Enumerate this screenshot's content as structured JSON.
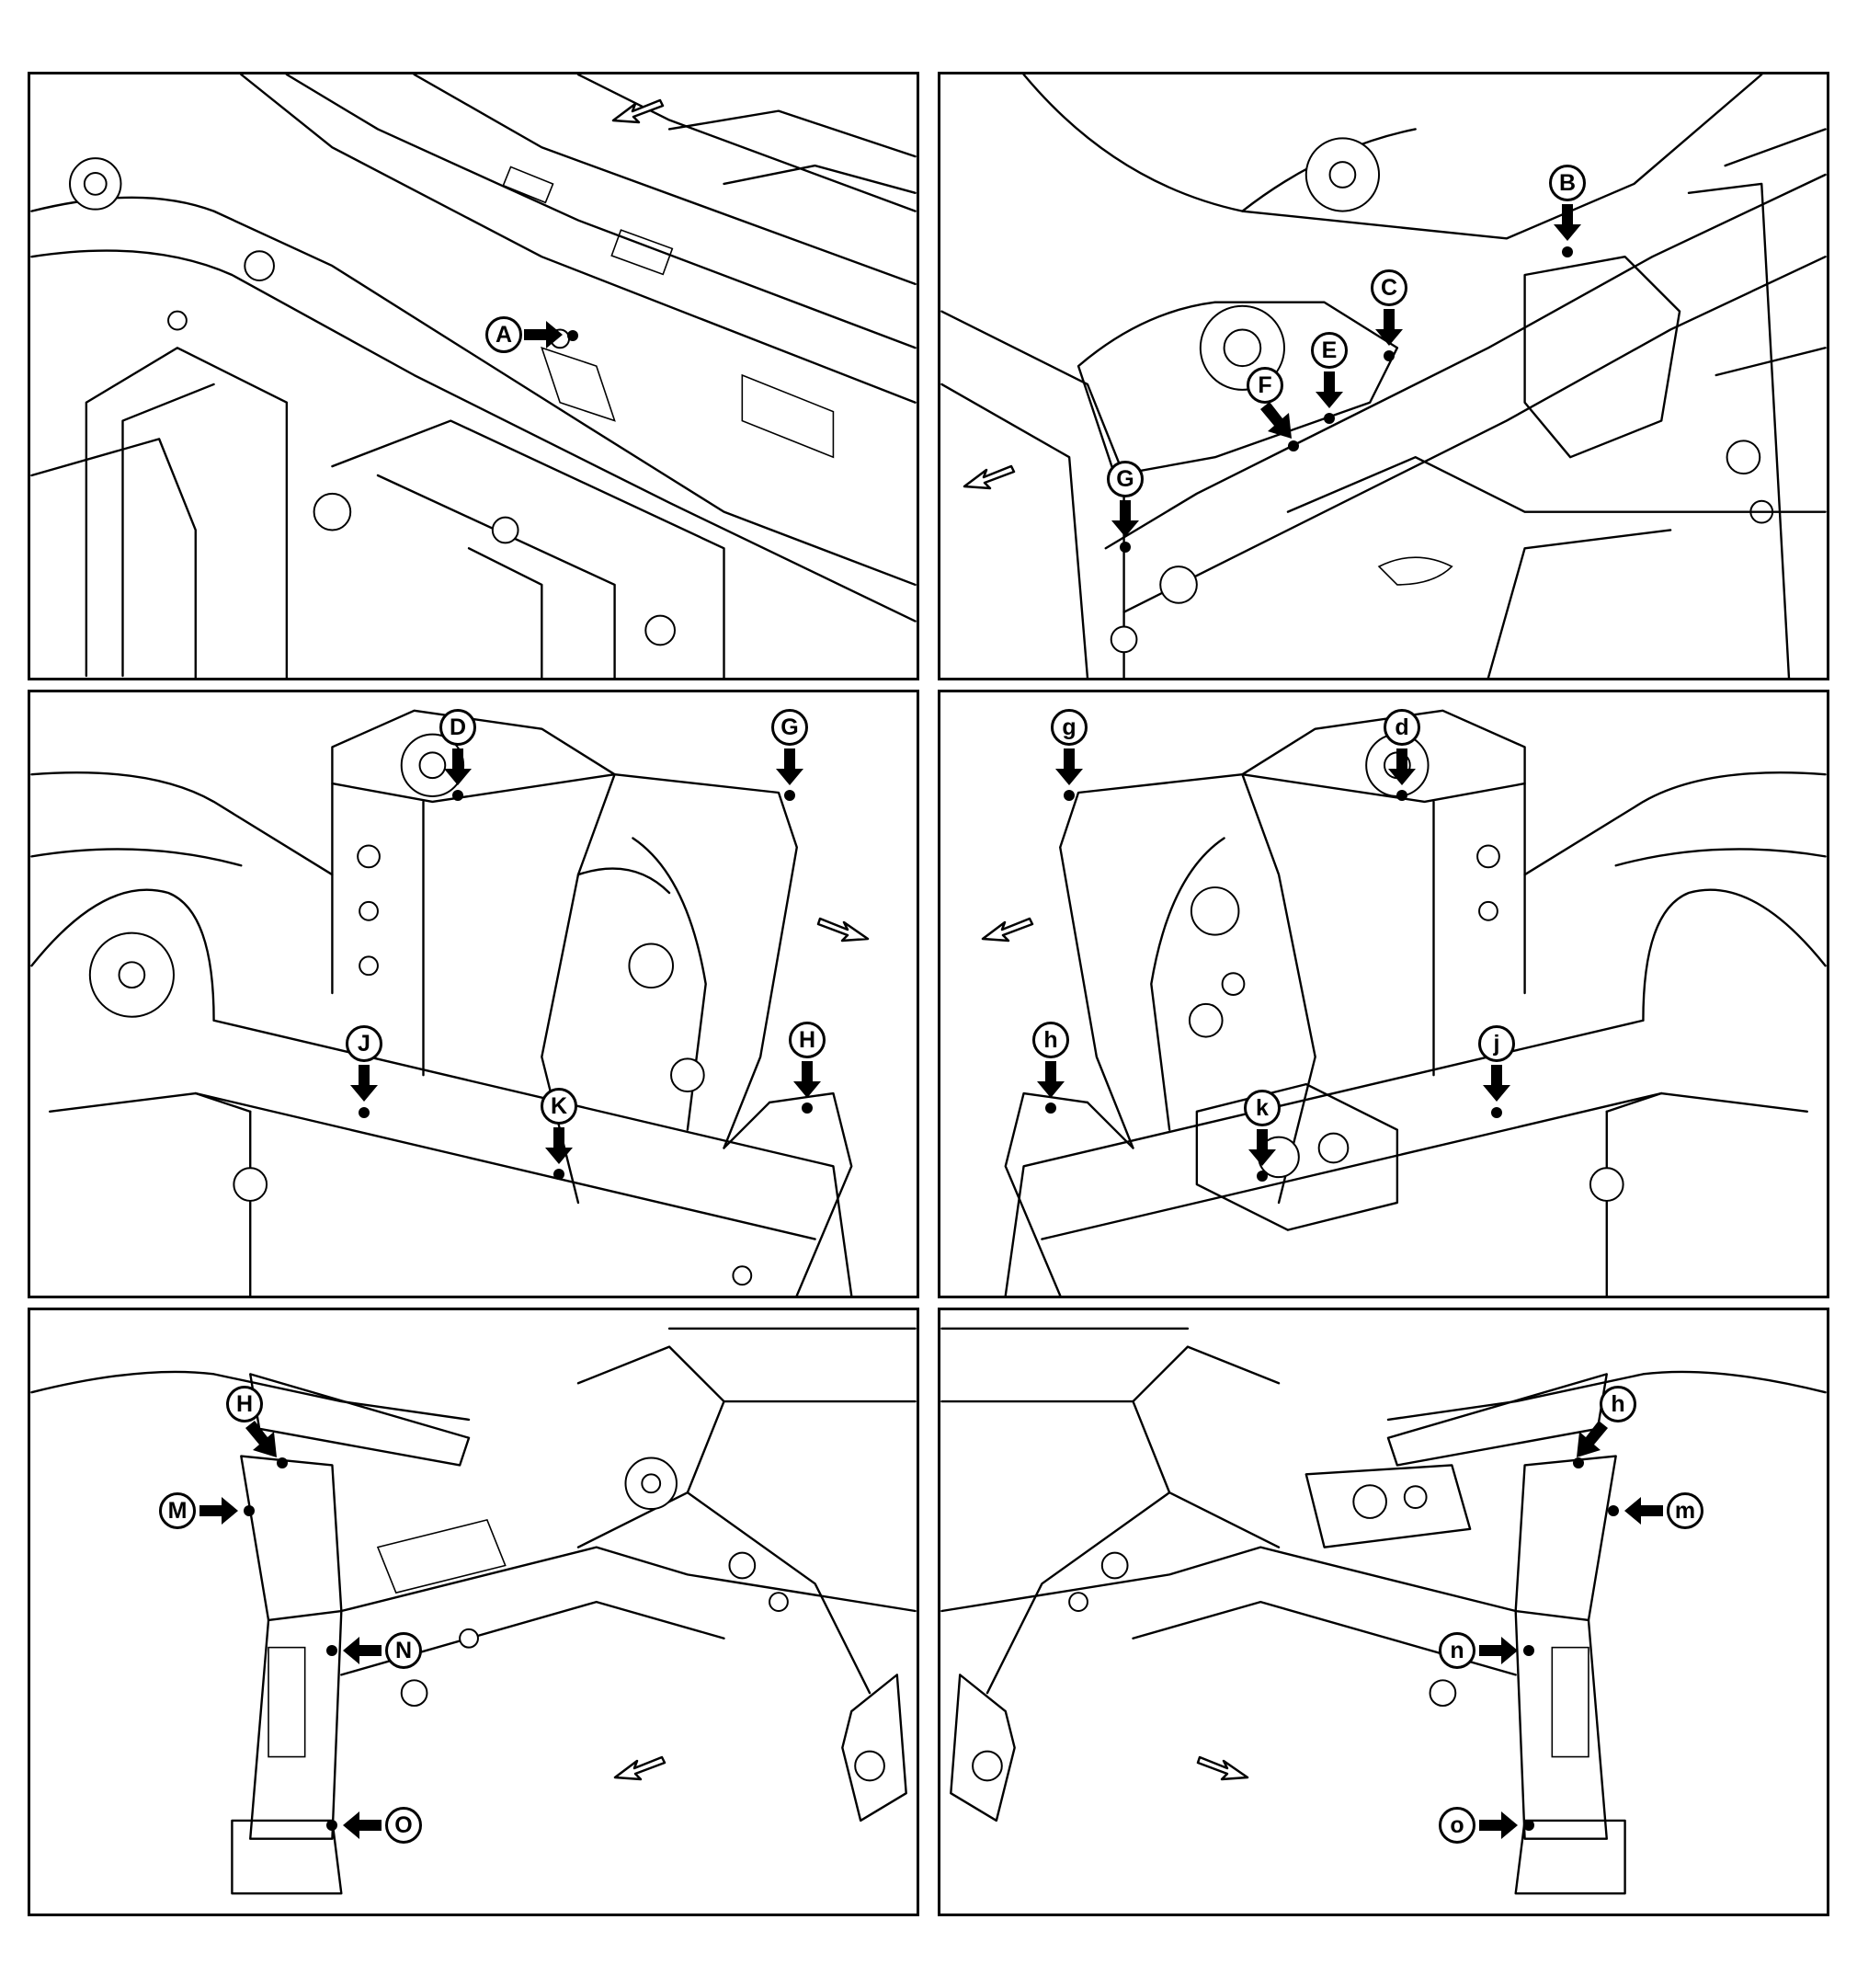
{
  "figure": {
    "panels": [
      {
        "id": "panel-1",
        "callouts": [
          "A"
        ]
      },
      {
        "id": "panel-2",
        "callouts": [
          "B",
          "C",
          "E",
          "F",
          "G"
        ]
      },
      {
        "id": "panel-3",
        "callouts": [
          "D",
          "G",
          "J",
          "K",
          "H"
        ]
      },
      {
        "id": "panel-4",
        "callouts": [
          "g",
          "d",
          "h",
          "j",
          "k"
        ]
      },
      {
        "id": "panel-5",
        "callouts": [
          "H",
          "M",
          "N",
          "O"
        ]
      },
      {
        "id": "panel-6",
        "callouts": [
          "h",
          "m",
          "n",
          "o"
        ]
      }
    ]
  },
  "labels": {
    "p1_A": "A",
    "p2_B": "B",
    "p2_C": "C",
    "p2_E": "E",
    "p2_F": "F",
    "p2_G": "G",
    "p3_D": "D",
    "p3_G": "G",
    "p3_J": "J",
    "p3_K": "K",
    "p3_H": "H",
    "p4_g": "g",
    "p4_d": "d",
    "p4_h": "h",
    "p4_j": "j",
    "p4_k": "k",
    "p5_H": "H",
    "p5_M": "M",
    "p5_N": "N",
    "p5_O": "O",
    "p6_h": "h",
    "p6_m": "m",
    "p6_n": "n",
    "p6_o": "o"
  },
  "style": {
    "ink": "#000000",
    "paper": "#ffffff"
  }
}
